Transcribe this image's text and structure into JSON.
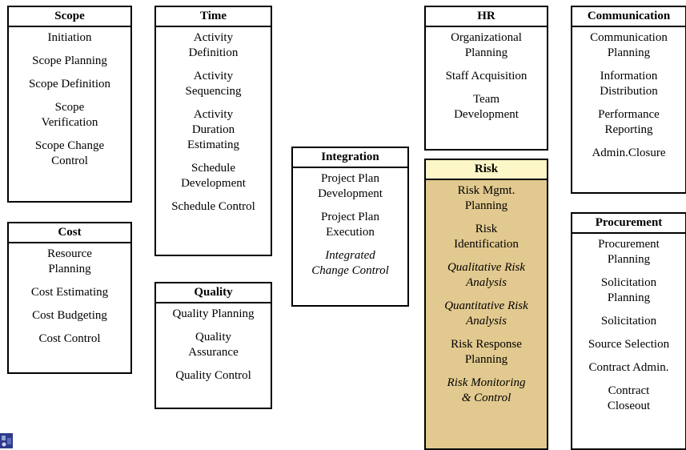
{
  "boxes": {
    "scope": {
      "title": "Scope",
      "items": [
        "Initiation",
        "Scope Planning",
        "Scope Definition",
        "Scope\nVerification",
        "Scope Change\nControl"
      ]
    },
    "cost": {
      "title": "Cost",
      "items": [
        "Resource\nPlanning",
        "Cost Estimating",
        "Cost Budgeting",
        "Cost Control"
      ]
    },
    "time": {
      "title": "Time",
      "items": [
        "Activity\nDefinition",
        "Activity\nSequencing",
        "Activity\nDuration\nEstimating",
        "Schedule\nDevelopment",
        "Schedule Control"
      ]
    },
    "quality": {
      "title": "Quality",
      "items": [
        "Quality Planning",
        "Quality\nAssurance",
        "Quality Control"
      ]
    },
    "integration": {
      "title": "Integration",
      "items": [
        "Project Plan\nDevelopment",
        "Project Plan\nExecution",
        "Integrated\nChange Control"
      ]
    },
    "hr": {
      "title": "HR",
      "items": [
        "Organizational\nPlanning",
        "Staff Acquisition",
        "Team\nDevelopment"
      ]
    },
    "risk": {
      "title": "Risk",
      "items": [
        "Risk Mgmt.\nPlanning",
        "Risk\nIdentification",
        "Qualitative Risk\nAnalysis",
        "Quantitative Risk\nAnalysis",
        "Risk Response\nPlanning",
        "Risk Monitoring\n& Control"
      ]
    },
    "communication": {
      "title": "Communication",
      "items": [
        "Communication\nPlanning",
        "Information\nDistribution",
        "Performance\nReporting",
        "Admin.Closure"
      ]
    },
    "procurement": {
      "title": "Procurement",
      "items": [
        "Procurement\nPlanning",
        "Solicitation\nPlanning",
        "Solicitation",
        "Source Selection",
        "Contract Admin.",
        "Contract\nCloseout"
      ]
    }
  },
  "styles": {
    "risk_header": "#fdf6c6",
    "risk_body": "#e2c98f"
  },
  "icons": {
    "corner_logo": "logo-icon"
  }
}
